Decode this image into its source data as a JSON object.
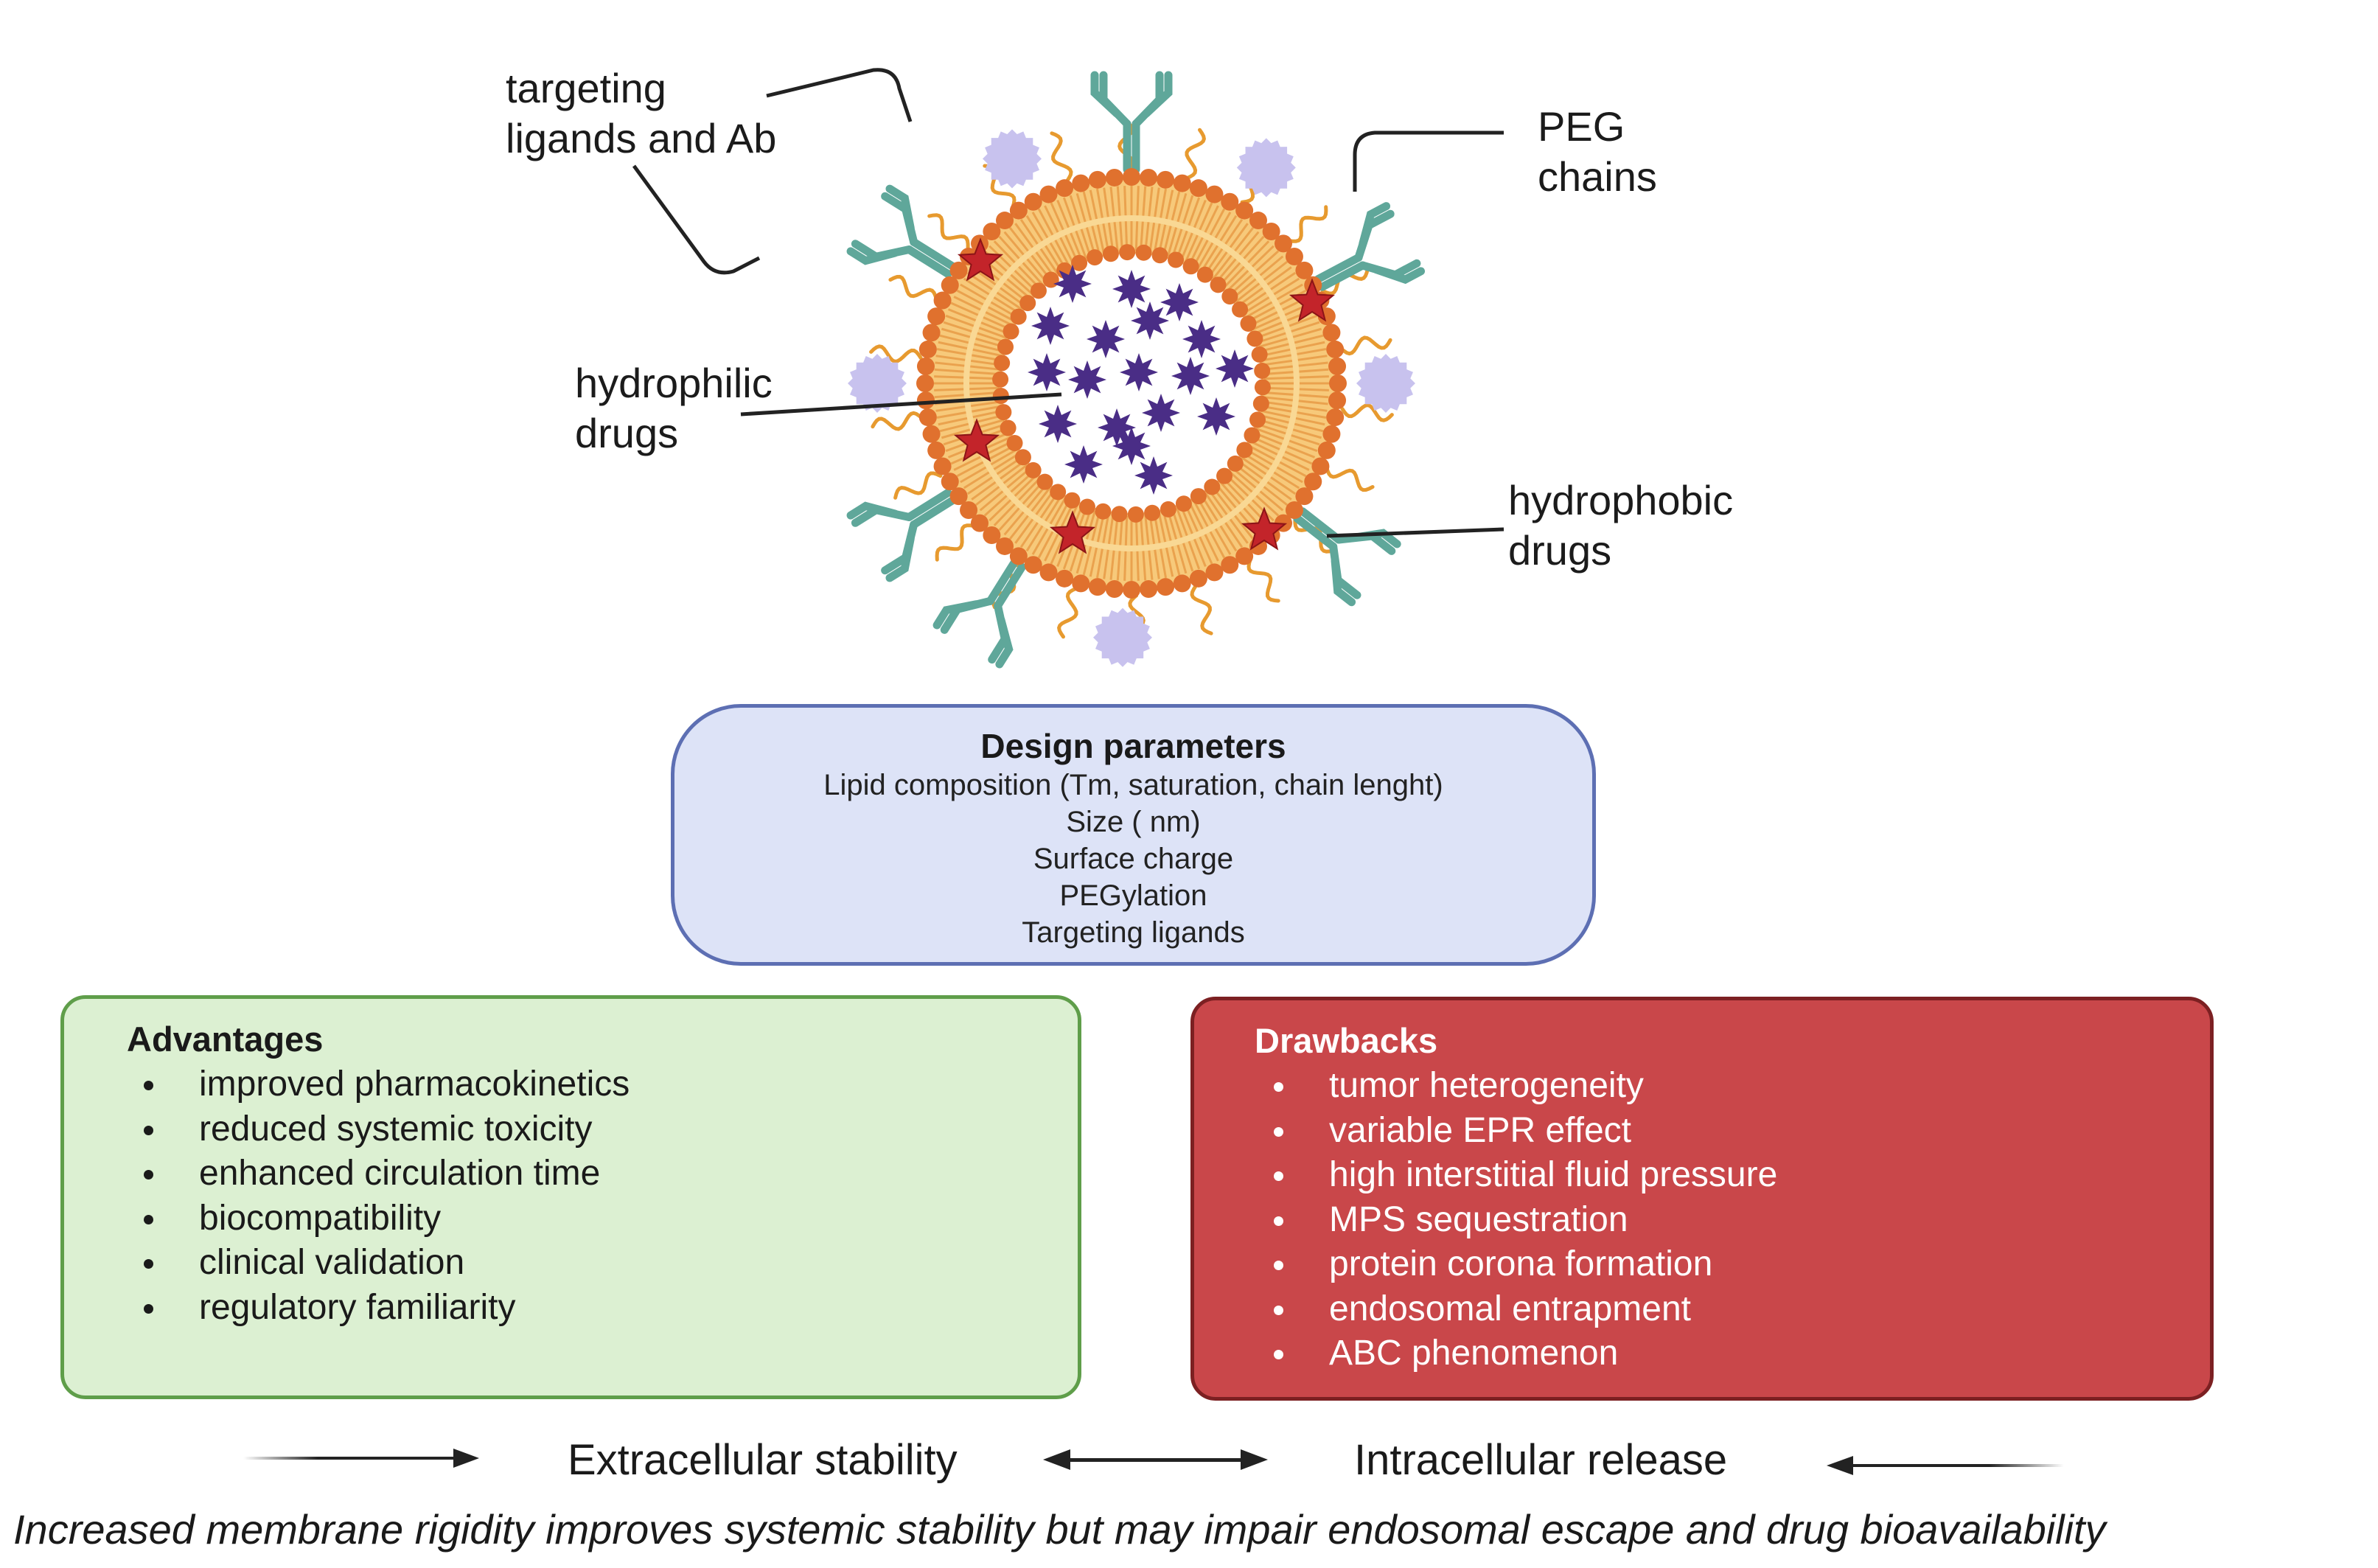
{
  "labels": {
    "targeting": [
      "targeting",
      "ligands and Ab"
    ],
    "peg": [
      "PEG",
      "chains"
    ],
    "hydrophilic": [
      "hydrophilic",
      "drugs"
    ],
    "hydrophobic": [
      "hydrophobic",
      "drugs"
    ]
  },
  "design": {
    "title": "Design parameters",
    "items": [
      "Lipid composition (Tm, saturation, chain lenght)",
      "Size ( nm)",
      "Surface charge",
      "PEGylation",
      "Targeting ligands"
    ]
  },
  "advantages": {
    "title": "Advantages",
    "items": [
      "improved pharmacokinetics",
      "reduced systemic toxicity",
      "enhanced circulation time",
      "biocompatibility",
      "clinical validation",
      "regulatory familiarity"
    ]
  },
  "drawbacks": {
    "title": "Drawbacks",
    "items": [
      "tumor heterogeneity",
      "variable EPR effect",
      "high interstitial fluid pressure",
      "MPS sequestration",
      "protein corona formation",
      "endosomal entrapment",
      " ABC phenomenon"
    ]
  },
  "balance": {
    "left": "Extracellular stability",
    "right": "Intracellular release"
  },
  "caption": "Increased membrane rigidity improves systemic stability but may impair endosomal escape and drug bioavailability",
  "colors": {
    "lipid_head": "#e0712e",
    "lipid_tail": "#f7c97a",
    "peg": "#e79a2f",
    "antibody": "#5fa79a",
    "ligand": "#c8c2ee",
    "hydrophilic_drug": "#4a2d86",
    "hydrophobic_drug": "#c3242a",
    "design_fill": "#dde3f7",
    "advantages_fill": "#dcf0d2",
    "drawbacks_fill": "#c9474a"
  },
  "icons": [
    "liposome",
    "antibody-icon",
    "ligand-icon",
    "peg-chain-icon",
    "hydrophilic-drug-icon",
    "hydrophobic-drug-icon",
    "arrow-right-icon",
    "double-arrow-icon",
    "arrow-left-icon"
  ]
}
